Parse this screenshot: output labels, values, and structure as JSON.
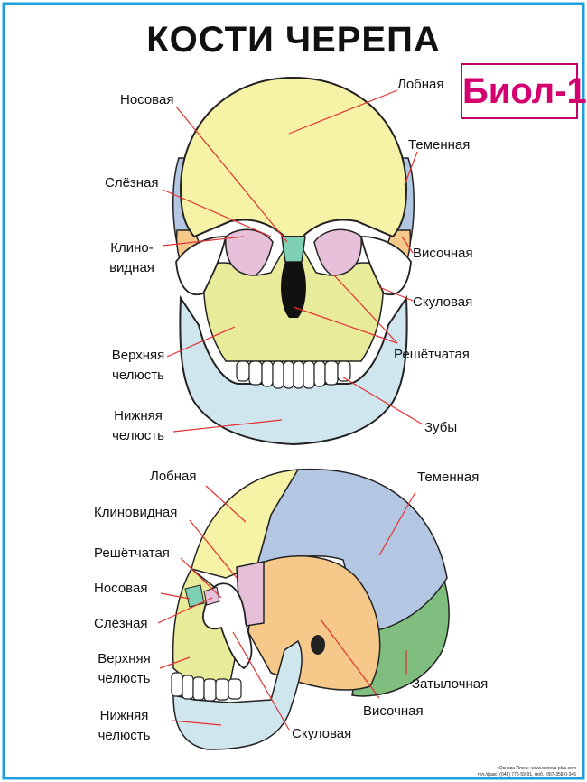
{
  "title": "КОСТИ ЧЕРЕПА",
  "badge": "Биол-1",
  "front_labels": {
    "nosovaya": "Носовая",
    "lobnaya": "Лобная",
    "temennaya": "Теменная",
    "slyoznaya": "Слёзная",
    "klino_1": "Клино-",
    "klino_2": "видная",
    "visochnaya": "Височная",
    "skulovaya": "Скуловая",
    "reshyotchataya": "Решётчатая",
    "verkhnyaya_1": "Верхняя",
    "verkhnyaya_2": "челюсть",
    "nizhnyaya_1": "Нижняя",
    "nizhnyaya_2": "челюсть",
    "zuby": "Зубы"
  },
  "side_labels": {
    "lobnaya": "Лобная",
    "temennaya": "Теменная",
    "klinovidnaya": "Клиновидная",
    "reshyotchataya": "Решётчатая",
    "nosovaya": "Носовая",
    "slyoznaya": "Слёзная",
    "verkhnyaya_1": "Верхняя",
    "verkhnyaya_2": "челюсть",
    "zatylochnaya": "Затылочная",
    "visochnaya": "Височная",
    "nizhnyaya_1": "Нижняя",
    "nizhnyaya_2": "челюсть",
    "skulovaya": "Скуловая"
  },
  "footer": {
    "line1": "«Основа Плюс»  www.osnova-plus.com",
    "line2": "тел./факс: (048) 776-59-91, моб.: 067-358-0-346"
  },
  "colors": {
    "frontal": "#f7f3a6",
    "parietal": "#b3c6e2",
    "temporal": "#f6c98a",
    "sphenoid": "#f1d49c",
    "maxilla": "#e8eb9a",
    "mandible": "#cfe6ef",
    "zygomatic": "#ffffff",
    "lacrimal": "#e6bfd9",
    "nasal": "#7ed1b3",
    "occipital": "#7fbe7f",
    "leader_line": "#e53030",
    "frame": "#1fa0dc",
    "badge": "#d4006f"
  }
}
